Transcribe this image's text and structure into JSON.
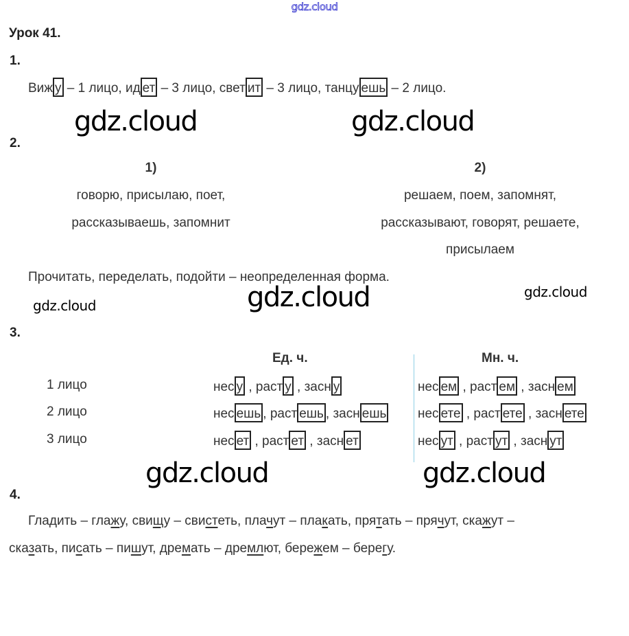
{
  "watermarks": {
    "top": "gdz.cloud",
    "text": "gdz.cloud"
  },
  "lesson_title": "Урок 41.",
  "task1": {
    "number": "1.",
    "parts": [
      {
        "stem": "Виж",
        "ending": "у",
        "rest": " – 1 лицо, "
      },
      {
        "stem": "ид",
        "ending": "ет",
        "rest": " – 3 лицо, "
      },
      {
        "stem": "свет",
        "ending": "ит",
        "rest": " – 3 лицо, "
      },
      {
        "stem": "танцу",
        "ending": "ешь",
        "rest": " – 2 лицо."
      }
    ]
  },
  "task2": {
    "number": "2.",
    "group1": {
      "label": "1)",
      "line1": "говорю, присылаю, поет,",
      "line2": "рассказываешь, запомнит"
    },
    "group2": {
      "label": "2)",
      "line1": "решаем, поем, запомнят,",
      "line2": "рассказывают, говорят, решаете,",
      "line3": "присылаем"
    },
    "note": "Прочитать, переделать, подойти – неопределенная форма."
  },
  "task3": {
    "number": "3.",
    "headers": {
      "singular": "Ед. ч.",
      "plural": "Мн. ч."
    },
    "rows": [
      {
        "person": "1 лицо",
        "singular": [
          {
            "stem": "нес",
            "ending": "у",
            "sep": " , "
          },
          {
            "stem": "раст",
            "ending": "у",
            "sep": " , "
          },
          {
            "stem": "засн",
            "ending": "у",
            "sep": ""
          }
        ],
        "plural": [
          {
            "stem": "нес",
            "ending": "ем",
            "sep": " , "
          },
          {
            "stem": "раст",
            "ending": "ем",
            "sep": " , "
          },
          {
            "stem": "засн",
            "ending": "ем",
            "sep": ""
          }
        ]
      },
      {
        "person": "2 лицо",
        "singular": [
          {
            "stem": "нес",
            "ending": "ешь",
            "sep": ", "
          },
          {
            "stem": "раст",
            "ending": "ешь",
            "sep": ", "
          },
          {
            "stem": "засн",
            "ending": "ешь",
            "sep": ""
          }
        ],
        "plural": [
          {
            "stem": "нес",
            "ending": "ете",
            "sep": " , "
          },
          {
            "stem": "раст",
            "ending": "ете",
            "sep": " , "
          },
          {
            "stem": "засн",
            "ending": "ете",
            "sep": ""
          }
        ]
      },
      {
        "person": "3 лицо",
        "singular": [
          {
            "stem": "нес",
            "ending": "ет",
            "sep": " , "
          },
          {
            "stem": "раст",
            "ending": "ет",
            "sep": " , "
          },
          {
            "stem": "засн",
            "ending": "ет",
            "sep": ""
          }
        ],
        "plural": [
          {
            "stem": "нес",
            "ending": "ут",
            "sep": " , "
          },
          {
            "stem": "раст",
            "ending": "ут",
            "sep": " , "
          },
          {
            "stem": "засн",
            "ending": "ут",
            "sep": ""
          }
        ]
      }
    ]
  },
  "task4": {
    "number": "4.",
    "line1": [
      {
        "t": "Гла"
      },
      {
        "u": "д"
      },
      {
        "t": "ить – гла"
      },
      {
        "u": "ж"
      },
      {
        "t": "у, сви"
      },
      {
        "u": "щ"
      },
      {
        "t": "у – сви"
      },
      {
        "u": "ст"
      },
      {
        "t": "еть, пла"
      },
      {
        "u": "ч"
      },
      {
        "t": "ут – пла"
      },
      {
        "u": "к"
      },
      {
        "t": "ать, пря"
      },
      {
        "u": "т"
      },
      {
        "t": "ать – пря"
      },
      {
        "u": "ч"
      },
      {
        "t": "ут, ска"
      },
      {
        "u": "ж"
      },
      {
        "t": "ут –"
      }
    ],
    "line2": [
      {
        "t": "ска"
      },
      {
        "u": "з"
      },
      {
        "t": "ать, пи"
      },
      {
        "u": "с"
      },
      {
        "t": "ать – пи"
      },
      {
        "u": "ш"
      },
      {
        "t": "ут, дре"
      },
      {
        "u": "м"
      },
      {
        "t": "ать – дре"
      },
      {
        "u": "мл"
      },
      {
        "t": "ют, бере"
      },
      {
        "u": "ж"
      },
      {
        "t": "ем – бере"
      },
      {
        "u": "г"
      },
      {
        "t": "у."
      }
    ]
  }
}
